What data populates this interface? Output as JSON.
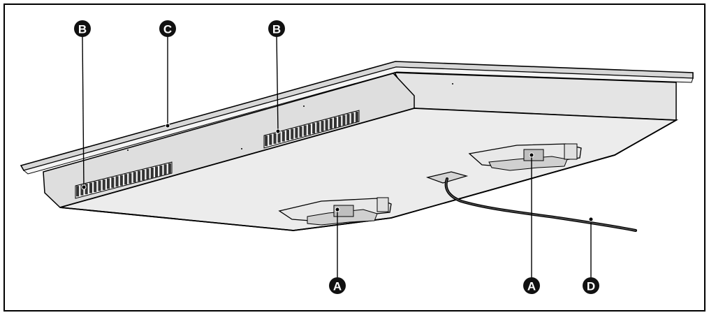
{
  "callouts": {
    "a_left": "A",
    "a_right": "A",
    "b_left": "B",
    "b_mid": "B",
    "c": "C",
    "d": "D"
  },
  "colors": {
    "frame": "#000000",
    "panel_fill": "#ececec",
    "panel_side": "#dcdcdc",
    "callout_fill": "#111111",
    "callout_text": "#ffffff"
  }
}
